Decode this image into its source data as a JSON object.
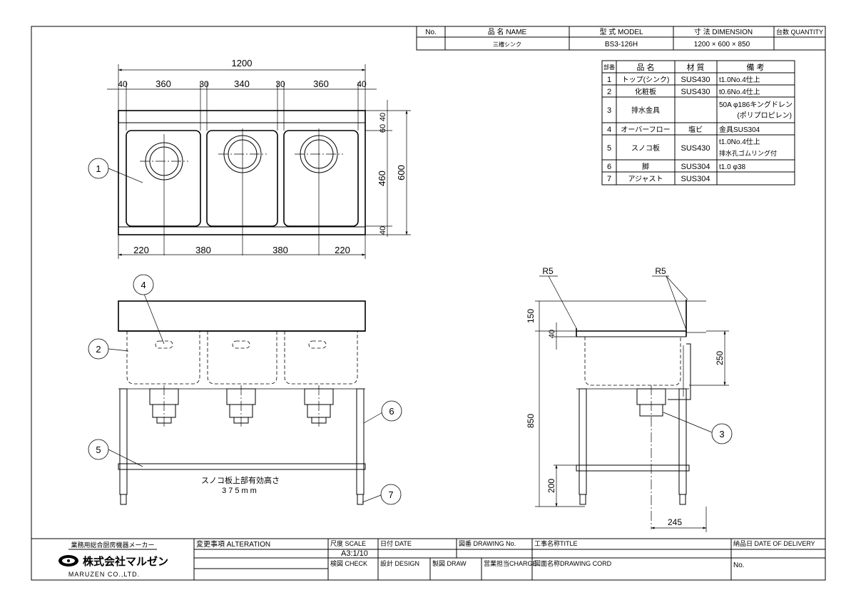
{
  "title_block": {
    "no_header": "No.",
    "name_header": "品 名 NAME",
    "model_header": "型 式 MODEL",
    "dimension_header": "寸 法 DIMENSION",
    "quantity_header": "台数 QUANTITY",
    "name_value": "三槽シンク",
    "model_value": "BS3-126H",
    "dimension_value": "1200 × 600 × 850"
  },
  "parts_table": {
    "headers": [
      "部番",
      "品 名",
      "材 質",
      "備 考"
    ],
    "rows": [
      {
        "no": "1",
        "name": "トップ(シンク)",
        "material": "SUS430",
        "note1": "t1.0No.4仕上",
        "note2": ""
      },
      {
        "no": "2",
        "name": "化粧板",
        "material": "SUS430",
        "note1": "t0.6No.4仕上",
        "note2": ""
      },
      {
        "no": "3",
        "name": "排水金具",
        "material": "",
        "note1": "50A φ186キングドレン",
        "note2": "(ポリプロピレン)"
      },
      {
        "no": "4",
        "name": "オーバーフロー",
        "material": "塩ビ",
        "note1": "金具SUS304",
        "note2": ""
      },
      {
        "no": "5",
        "name": "スノコ板",
        "material": "SUS430",
        "note1": "t1.0No.4仕上",
        "note2": "排水孔ゴムリング付"
      },
      {
        "no": "6",
        "name": "脚",
        "material": "SUS304",
        "note1": "t1.0 φ38",
        "note2": ""
      },
      {
        "no": "7",
        "name": "アジャスト",
        "material": "SUS304",
        "note1": "",
        "note2": ""
      }
    ]
  },
  "plan_view": {
    "overall_width": "1200",
    "top_dims": [
      "40",
      "360",
      "30",
      "340",
      "30",
      "360",
      "40"
    ],
    "bottom_dims": [
      "220",
      "380",
      "380",
      "220"
    ],
    "right_dims_inner": [
      "40",
      "60",
      "460",
      "40"
    ],
    "right_dim_outer": "600"
  },
  "front_view": {
    "note_line1": "スノコ板上部有効高さ",
    "note_line2": "375mm"
  },
  "side_view": {
    "radius_left": "R5",
    "radius_right": "R5",
    "dim_150": "150",
    "dim_40": "40",
    "dim_850": "850",
    "dim_200": "200",
    "dim_250": "250",
    "dim_245": "245"
  },
  "balloons": [
    "1",
    "2",
    "3",
    "4",
    "5",
    "6",
    "7"
  ],
  "footer": {
    "maker_caption": "業務用総合厨房機器メーカー",
    "company_jp": "株式会社マルゼン",
    "company_en": "MARUZEN CO.,LTD.",
    "alteration": "変更事項 ALTERATION",
    "scale_label": "尺度 SCALE",
    "scale_value": "A3:1/10",
    "date_label": "日付 DATE",
    "drawing_no_label": "図番 DRAWING No.",
    "title_label": "工事名称TITLE",
    "delivery_label": "納品日 DATE OF DELIVERY",
    "check_label": "検図 CHECK",
    "design_label": "設計 DESIGN",
    "draw_label": "製図 DRAW",
    "charge_label": "営業担当CHARGE",
    "drawing_cord_label": "図面名称DRAWING CORD",
    "no_label": "No."
  }
}
